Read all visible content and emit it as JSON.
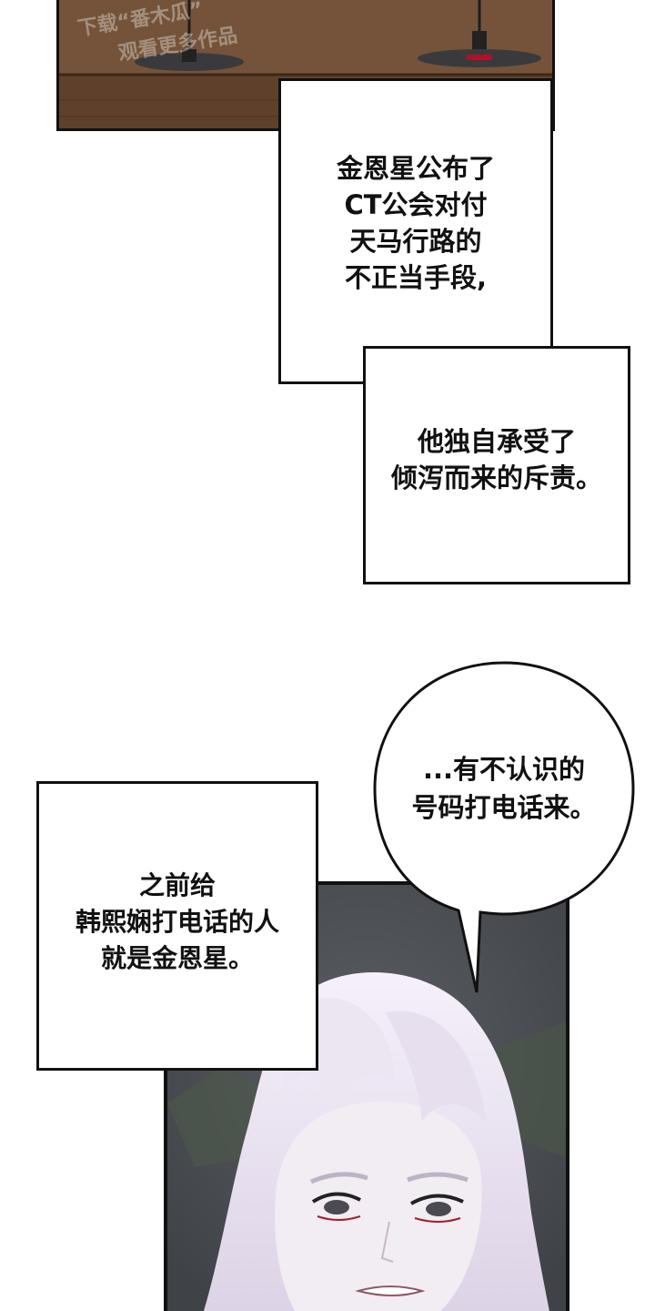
{
  "watermark": {
    "line1": "下载“番木瓜”",
    "line2": "观看更多作品"
  },
  "captions": {
    "c1": [
      "金恩星公布了",
      "CT公会对付",
      "天马行路的",
      "不正当手段,"
    ],
    "c2": [
      "他独自承受了",
      "倾泻而来的斥责。"
    ],
    "c3": [
      "之前给",
      "韩熙娴打电话的人",
      "就是金恩星。"
    ]
  },
  "bubble": {
    "lines": [
      "...有不认识的",
      "号码打电话来。"
    ]
  },
  "colors": {
    "desk": "#6b4b34",
    "scene": "#4b4d54",
    "hair": "#efe8f5"
  },
  "icons": {
    "mic": "microphone-stand-icon",
    "character": "character-illustration"
  }
}
